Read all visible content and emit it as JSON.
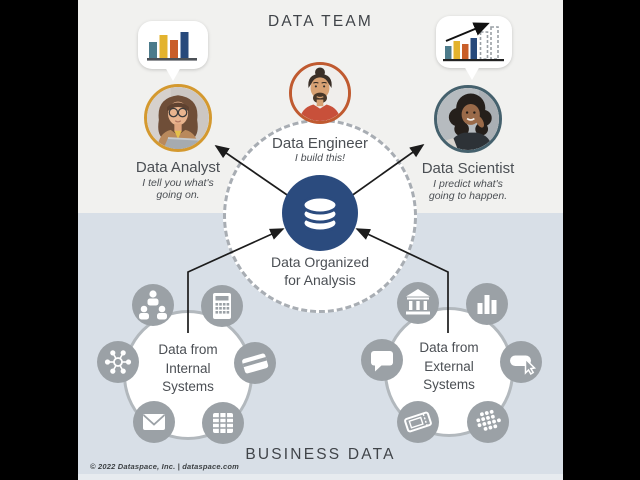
{
  "header": {
    "title": "DATA TEAM"
  },
  "footer": {
    "title": "BUSINESS DATA",
    "copyright": "© 2022 Dataspace, Inc.   |   dataspace.com"
  },
  "roles": {
    "analyst": {
      "name": "Data Analyst",
      "tag_line1": "I tell you what's",
      "tag_line2": "going on.",
      "bubble_icon": "bar-chart-icon",
      "ring_color": "#d4992f"
    },
    "engineer": {
      "name": "Data Engineer",
      "tag_line1": "I build this!",
      "ring_color": "#c05a30"
    },
    "scientist": {
      "name": "Data Scientist",
      "tag_line1": "I predict what's",
      "tag_line2": "going to happen.",
      "bubble_icon": "forecast-chart-icon",
      "ring_color": "#45616d"
    }
  },
  "center": {
    "line1": "Data Organized",
    "line2": "for Analysis",
    "icon": "database-icon",
    "circle_color": "#2b4b7e"
  },
  "hubs": {
    "internal": {
      "line1": "Data from",
      "line2": "Internal",
      "line3": "Systems",
      "icons": [
        "org-chart-icon",
        "calculator-icon",
        "network-icon",
        "credit-card-icon",
        "envelope-icon",
        "spreadsheet-icon"
      ]
    },
    "external": {
      "line1": "Data from",
      "line2": "External",
      "line3": "Systems",
      "icons": [
        "bank-icon",
        "bar-chart-icon",
        "speech-bubble-icon",
        "cursor-click-icon",
        "ticket-icon",
        "dot-cluster-icon"
      ]
    }
  },
  "colors": {
    "bg_top": "#f1f1ef",
    "bg_bottom": "#d8dfe7",
    "icon_gray": "#9ba1a6",
    "accent_blue": "#2b4b7e",
    "bar_teal": "#4c7b8b",
    "bar_yellow": "#e3b32e",
    "bar_orange": "#c95e29",
    "bar_blue": "#27497b",
    "arrow": "#1c1c1c"
  }
}
